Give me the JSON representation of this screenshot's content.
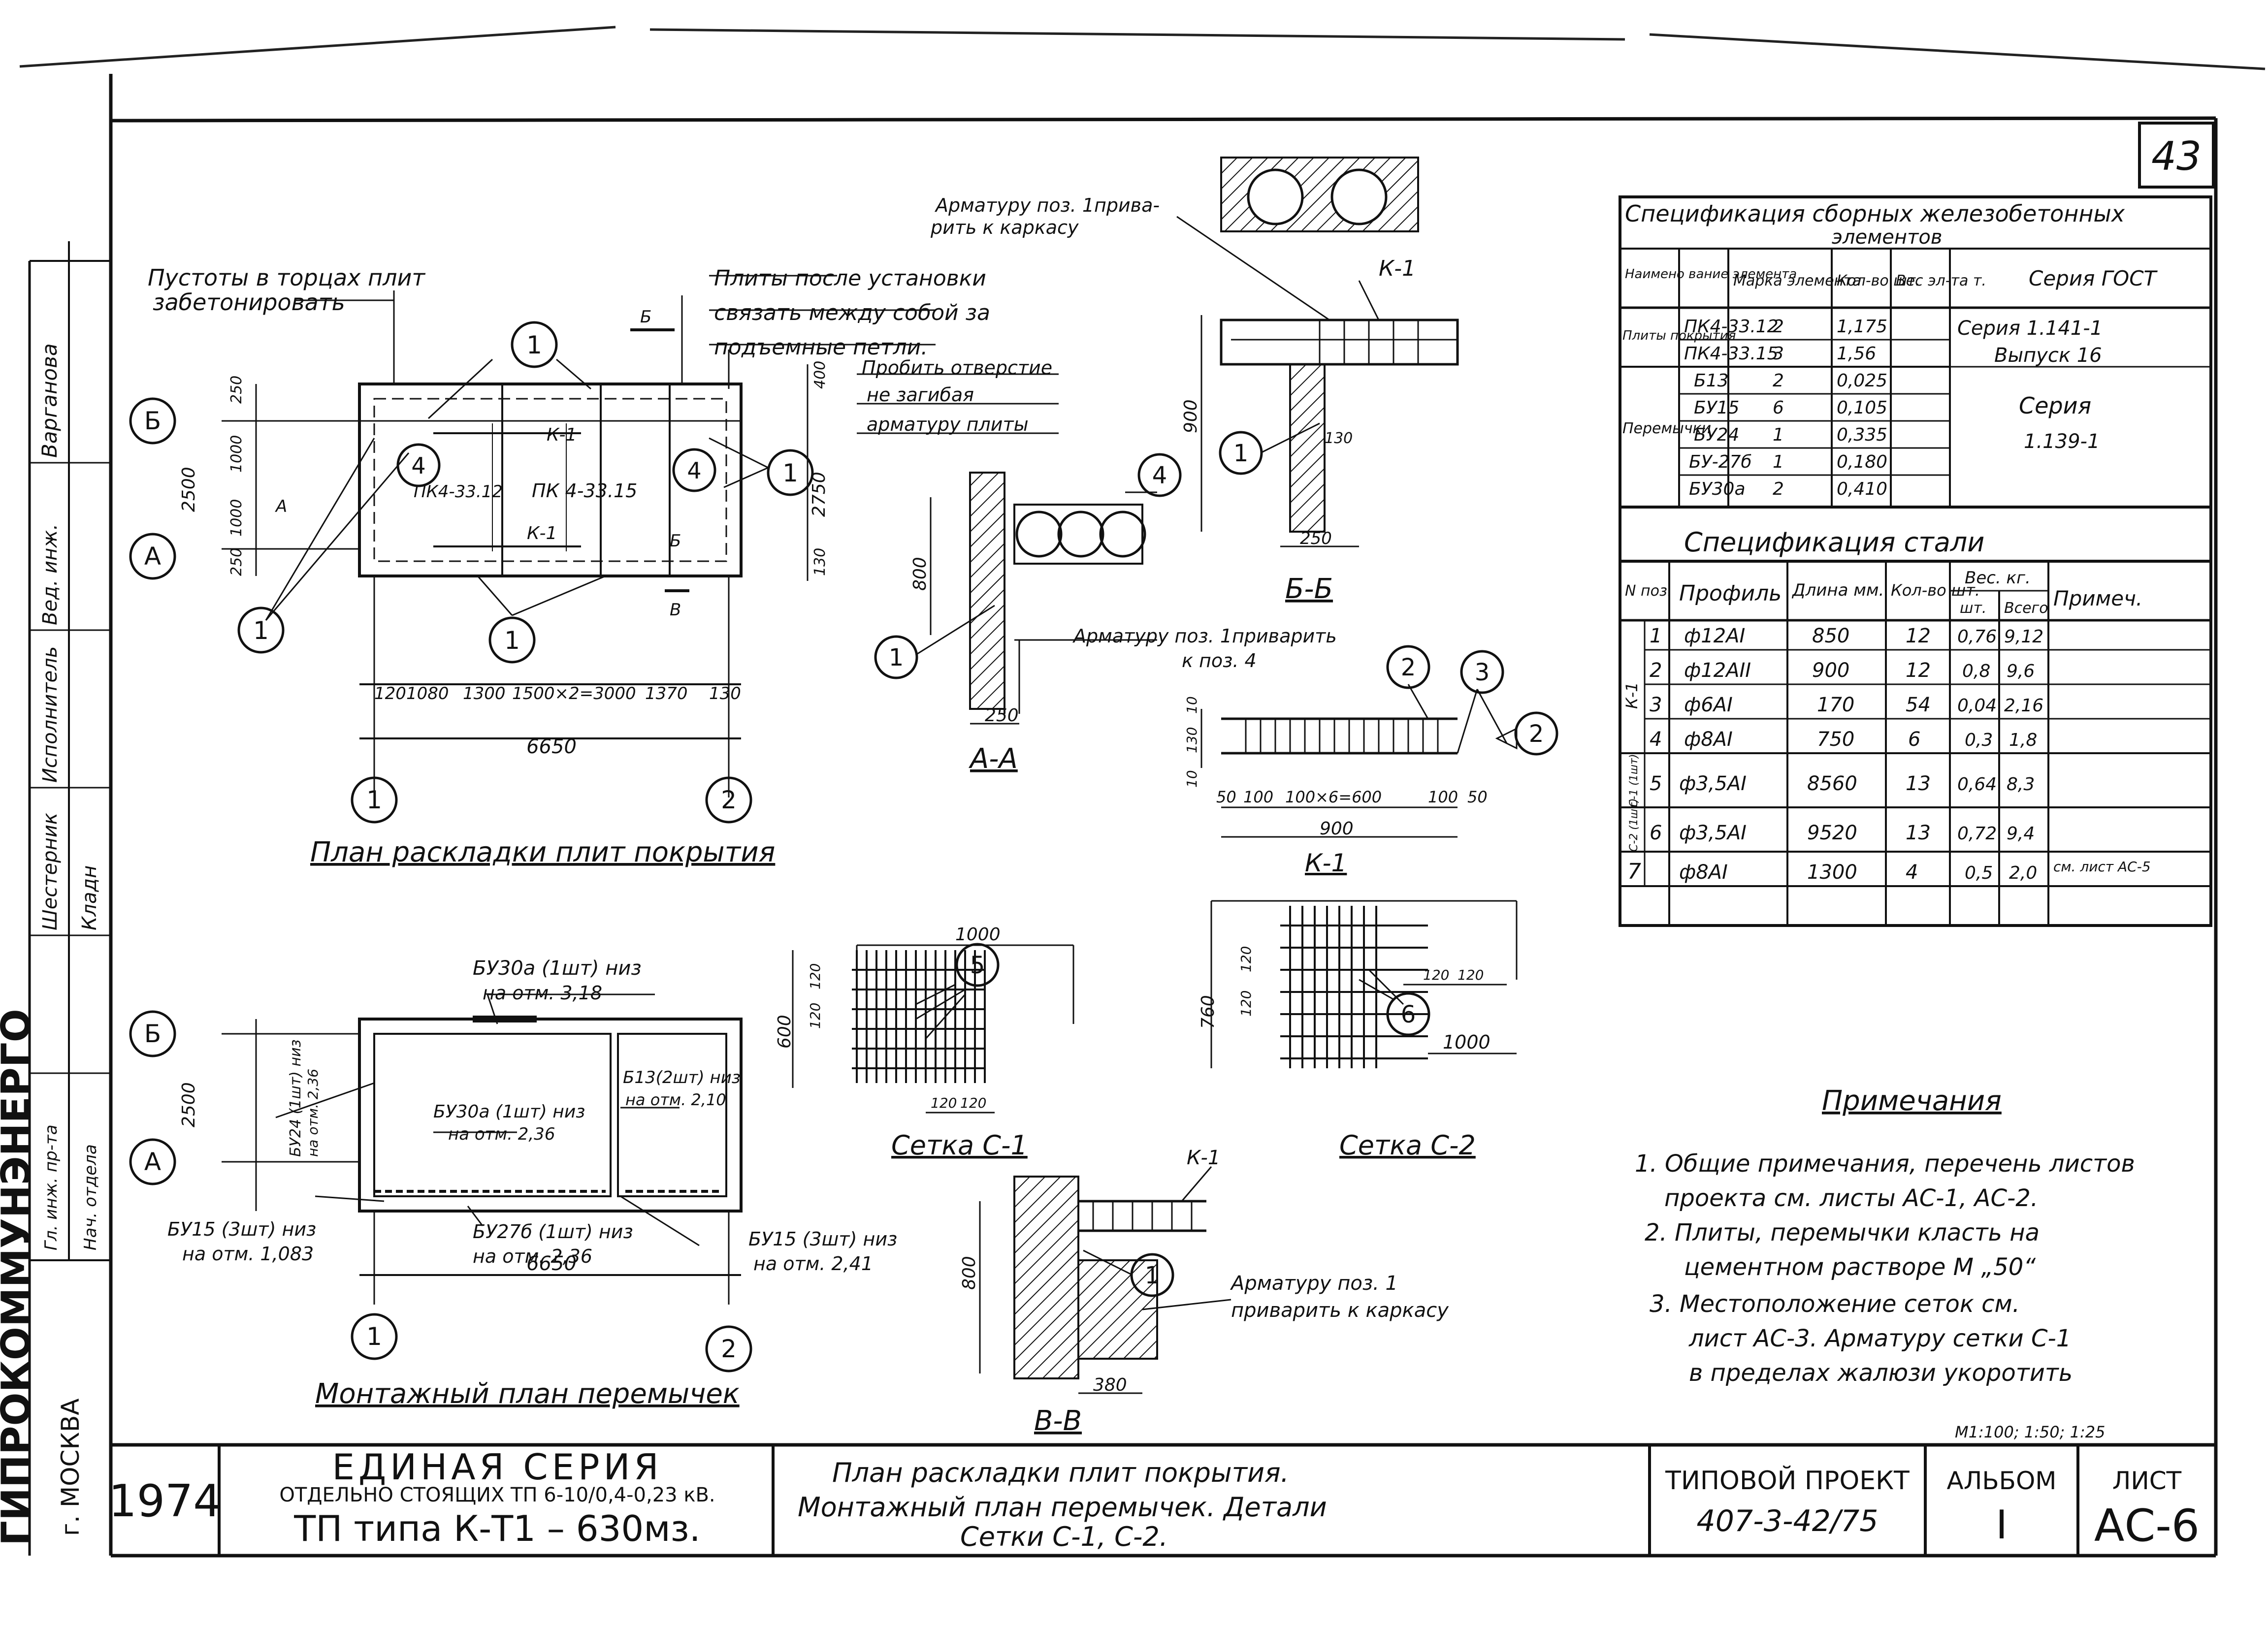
{
  "sheet_number": "43",
  "side_stamp": {
    "org": "ГИПРОКОММУНЭНЕРГО",
    "city": "г. МОСКВА",
    "roles": [
      "Гл. инж. пр-та",
      "Нач. отдела",
      "Шестерник",
      "Исполнитель",
      "Вед. инж."
    ],
    "names": [
      "Кладн",
      "Варганова"
    ]
  },
  "plan_slabs": {
    "title": "План раскладки плит покрытия",
    "note_voids_1": "Пустоты в торцах плит",
    "note_voids_2": "забетонировать",
    "note_tie_1": "Плиты после установки",
    "note_tie_2": "связать между собой за",
    "note_tie_3": "подъемные петли.",
    "note_hole_1": "Пробить отверстие",
    "note_hole_2": "не загибая",
    "note_hole_3": "арматуру плиты",
    "axis_b": "Б",
    "axis_a": "А",
    "axis_1": "1",
    "axis_2": "2",
    "callout_1": "1",
    "callout_4": "4",
    "slab_a": "ПК4-33.12",
    "slab_b": "ПК 4-33.15",
    "cage": "К-1",
    "sec_b": "Б",
    "sec_a": "А",
    "sec_v": "В",
    "dim_total": "6650",
    "dim_height": "2750",
    "dim_2500": "2500",
    "dims_h": [
      "120",
      "1080",
      "1300",
      "1500×2=3000",
      "1370",
      "130"
    ],
    "dims_v": [
      "250",
      "1000",
      "1000",
      "250"
    ],
    "dim_130": "130",
    "dim_400": "400"
  },
  "plan_lintels": {
    "title": "Монтажный план перемычек",
    "bu30_top": "БУ30а (1шт) низ",
    "bu30_top_mark": "на отм. 3,18",
    "bu30_mid": "БУ30а (1шт) низ",
    "bu30_mid_mark": "на отм. 2,36",
    "b13": "Б13(2шт) низ",
    "b13_mark": "на отм. 2,10",
    "bu24": "БУ24 (1шт) низ",
    "bu24_mark": "на отм. 2,36",
    "bu15_left": "БУ15 (3шт) низ",
    "bu15_left_mark": "на отм. 1,083",
    "bu27": "БУ27б (1шт) низ",
    "bu27_mark": "на отм. 2,36",
    "bu15_right": "БУ15 (3шт) низ",
    "bu15_right_mark": "на отм. 2,41",
    "dim_total": "6650",
    "dim_2500": "2500",
    "axis_b": "Б",
    "axis_a": "А",
    "axis_1": "1",
    "axis_2": "2"
  },
  "section_aa": {
    "title": "А-А",
    "label_rebar_1": "Арматуру поз. 1приварить",
    "label_rebar_2": "к поз. 4",
    "dim_800": "800",
    "dim_250": "250",
    "callout_1": "1",
    "callout_4": "4"
  },
  "section_bb": {
    "title": "Б-Б",
    "label_1": "Арматуру поз. 1прива-",
    "label_2": "рить к каркасу",
    "cage": "К-1",
    "dim_900": "900",
    "dim_250": "250",
    "dim_130": "130",
    "callout_1": "1"
  },
  "section_vv": {
    "title": "В-В",
    "cage": "К-1",
    "label_1": "Арматуру поз. 1",
    "label_2": "приварить к каркасу",
    "dim_800": "800",
    "dim_380": "380",
    "callout_1": "1"
  },
  "cage_k1": {
    "title": "К-1",
    "dims": [
      "50",
      "100",
      "100×6=600",
      "100",
      "50"
    ],
    "dim_900": "900",
    "dims_v": [
      "10",
      "130",
      "10"
    ],
    "callout_2": "2",
    "callout_3": "3"
  },
  "mesh_c1": {
    "title": "Сетка С-1",
    "dim_1000": "1000",
    "dim_600": "600",
    "dims_v": [
      "120",
      "120"
    ],
    "dims_h": [
      "120",
      "120"
    ],
    "callout_5": "5"
  },
  "mesh_c2": {
    "title": "Сетка С-2",
    "dim_1000": "1000",
    "dim_760": "760",
    "dims_v": [
      "120",
      "120"
    ],
    "dims_h": [
      "120",
      "120"
    ],
    "callout_6": "6"
  },
  "spec_precast": {
    "title_1": "Спецификация сборных железобетонных",
    "title_2": "элементов",
    "headers": [
      "Наимено вание элемента",
      "Марка элемента",
      "Кол-во шт.",
      "Вес эл-та т.",
      "Серия ГОСТ"
    ],
    "group_slabs": "Плиты покрытия",
    "group_lintels": "Перемычки",
    "rows": [
      [
        "ПК4-33.12",
        "2",
        "1,175"
      ],
      [
        "ПК4-33.15",
        "3",
        "1,56"
      ],
      [
        "Б13",
        "2",
        "0,025"
      ],
      [
        "БУ15",
        "6",
        "0,105"
      ],
      [
        "БУ24",
        "1",
        "0,335"
      ],
      [
        "БУ-27б",
        "1",
        "0,180"
      ],
      [
        "БУ30а",
        "2",
        "0,410"
      ]
    ],
    "series_slabs_1": "Серия 1.141-1",
    "series_slabs_2": "Выпуск 16",
    "series_lintels_1": "Серия",
    "series_lintels_2": "1.139-1"
  },
  "spec_steel": {
    "title": "Спецификация стали",
    "headers": [
      "N поз.",
      "Профиль",
      "Длина мм.",
      "Кол-во шт.",
      "Вес. кг.",
      "Примеч."
    ],
    "sub_headers": [
      "шт.",
      "Всего"
    ],
    "groups": [
      "К-1",
      "С-1 (1шт)",
      "С-2 (1шт)"
    ],
    "rows": [
      [
        "1",
        "ф12АI",
        "850",
        "12",
        "0,76",
        "9,12",
        ""
      ],
      [
        "2",
        "ф12АII",
        "900",
        "12",
        "0,8",
        "9,6",
        ""
      ],
      [
        "3",
        "ф6АI",
        "170",
        "54",
        "0,04",
        "2,16",
        ""
      ],
      [
        "4",
        "ф8АI",
        "750",
        "6",
        "0,3",
        "1,8",
        ""
      ],
      [
        "5",
        "ф3,5АI",
        "8560",
        "13",
        "0,64",
        "8,3",
        ""
      ],
      [
        "6",
        "ф3,5АI",
        "9520",
        "13",
        "0,72",
        "9,4",
        ""
      ],
      [
        "7",
        "ф8АI",
        "1300",
        "4",
        "0,5",
        "2,0",
        "см. лист АС-5"
      ]
    ]
  },
  "notes": {
    "title": "Примечания",
    "lines": [
      "1. Общие примечания, перечень листов",
      "проекта см. листы АС-1, АС-2.",
      "2. Плиты, перемычки класть на",
      "цементном растворе М „50“",
      "3. Местоположение сеток см.",
      "лист АС-3. Арматуру сетки С-1",
      "в пределах жалюзи укоротить"
    ],
    "scale": "М1:100; 1:50; 1:25"
  },
  "title_block": {
    "year": "1974",
    "series_title": "ЕДИНАЯ СЕРИЯ",
    "series_sub": "ОТДЕЛЬНО СТОЯЩИХ ТП 6-10/0,4-0,23 кВ.",
    "tp_type": "ТП типа  К-Т1 – 630мз.",
    "desc_1": "План раскладки плит покрытия.",
    "desc_2": "Монтажный план перемычек. Детали",
    "desc_3": "Сетки С-1, С-2.",
    "project_label": "ТИПОВОЙ ПРОЕКТ",
    "project_number": "407-3-42/75",
    "album_label": "АЛЬБОМ",
    "album_value": "I",
    "sheet_label": "ЛИСТ",
    "sheet_value": "АС-6"
  }
}
